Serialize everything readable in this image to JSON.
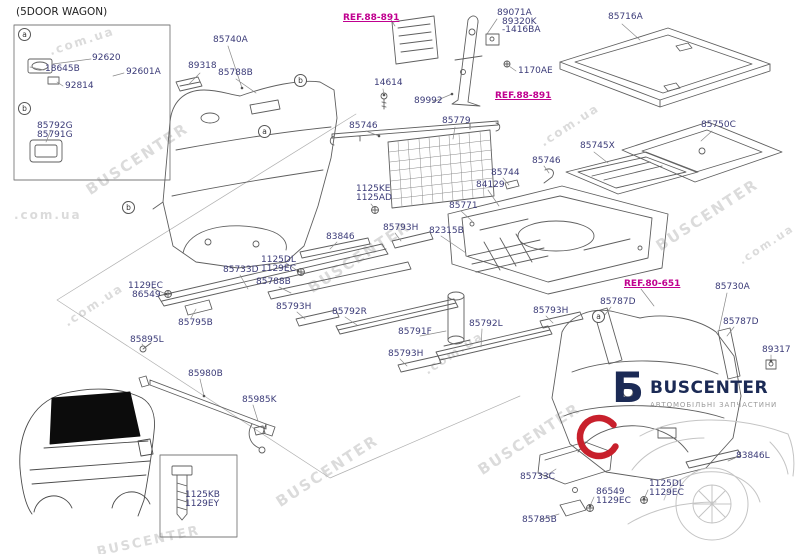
{
  "page": {
    "variant": "(5DOOR WAGON)"
  },
  "colors": {
    "label": "#3b3b78",
    "ref_link": "#c0008f",
    "logo_navy": "#1b2a55",
    "logo_red": "#c8202c"
  },
  "parts": [
    {
      "text": "85740A"
    },
    {
      "text": "89318"
    },
    {
      "text": "85788B"
    },
    {
      "text": "14614"
    },
    {
      "text": "89992"
    },
    {
      "text": "89071A"
    },
    {
      "text": "89320K"
    },
    {
      "text": "-1416BA"
    },
    {
      "text": "1170AE"
    },
    {
      "text": "85716A"
    },
    {
      "text": "85746"
    },
    {
      "text": "85779"
    },
    {
      "text": "85750C"
    },
    {
      "text": "85745X"
    },
    {
      "text": "85746"
    },
    {
      "text": "85744"
    },
    {
      "text": "84129"
    },
    {
      "text": "85771"
    },
    {
      "text": "1125KE"
    },
    {
      "text": "1125AD"
    },
    {
      "text": "85793H"
    },
    {
      "text": "82315B"
    },
    {
      "text": "83846"
    },
    {
      "text": "1125DL"
    },
    {
      "text": "1129EC"
    },
    {
      "text": "85733D"
    },
    {
      "text": "85788B"
    },
    {
      "text": "1129EC"
    },
    {
      "text": "86549"
    },
    {
      "text": "85793H"
    },
    {
      "text": "85792R"
    },
    {
      "text": "85795B"
    },
    {
      "text": "85895L"
    },
    {
      "text": "85791F"
    },
    {
      "text": "85792L"
    },
    {
      "text": "85793H"
    },
    {
      "text": "85787D"
    },
    {
      "text": "85730A"
    },
    {
      "text": "85787D"
    },
    {
      "text": "89317"
    },
    {
      "text": "85793H"
    },
    {
      "text": "85980B"
    },
    {
      "text": "85985K"
    },
    {
      "text": "83846L"
    },
    {
      "text": "85733C"
    },
    {
      "text": "1125DL"
    },
    {
      "text": "1129EC"
    },
    {
      "text": "86549"
    },
    {
      "text": "1129EC"
    },
    {
      "text": "85785B"
    },
    {
      "text": "1125KB"
    },
    {
      "text": "1129EY"
    },
    {
      "text": "92620"
    },
    {
      "text": "18645B"
    },
    {
      "text": "92601A"
    },
    {
      "text": "92814"
    },
    {
      "text": "85792G"
    },
    {
      "text": "85791G"
    }
  ],
  "refs": [
    {
      "text": "REF.88-891"
    },
    {
      "text": "REF.88-891"
    },
    {
      "text": "REF.80-651"
    }
  ],
  "callouts": [
    {
      "text": "a"
    },
    {
      "text": "b"
    },
    {
      "text": "b"
    },
    {
      "text": "a"
    },
    {
      "text": "b"
    },
    {
      "text": "a"
    }
  ],
  "watermarks": [
    {
      "text": ".com.ua"
    },
    {
      "text": "BUSCENTER"
    },
    {
      "text": ".com.ua"
    },
    {
      "text": "BUSCENTER"
    },
    {
      "text": ".com.ua"
    },
    {
      "text": "BUSCENTER"
    },
    {
      "text": ".com.ua"
    },
    {
      "text": "BUSCENTER"
    },
    {
      "text": ".com.ua"
    },
    {
      "text": "BUSCENTER"
    },
    {
      "text": ".com.ua"
    },
    {
      "text": "BUSCENTER"
    }
  ],
  "logo": {
    "glyph": "Б",
    "brand": "BUSCENTER",
    "tagline": "АВТОМОБІЛЬНІ ЗАПЧАСТИНИ"
  }
}
